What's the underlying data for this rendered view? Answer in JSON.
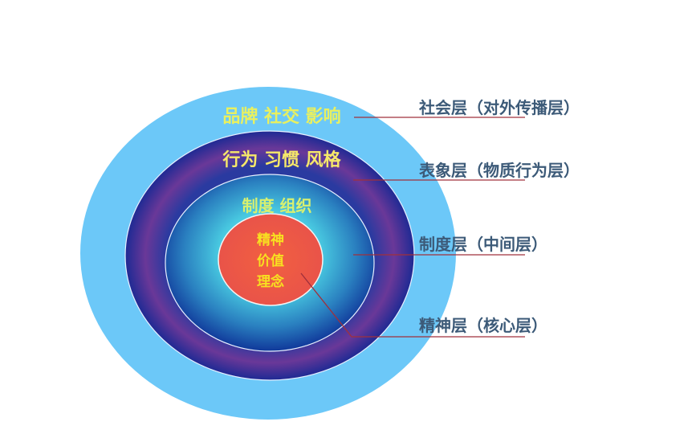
{
  "diagram": {
    "type": "concentric-layers",
    "colors": {
      "outer_ring": "#6cc8f8",
      "behavior_ring_edge": "#1e2a94",
      "behavior_ring_mid": "#6a3898",
      "system_ring_edge": "#123a9a",
      "system_ring_center": "#5ad8e8",
      "core": "#ee5a44",
      "leader_line": "#a0303c",
      "label_text": "#3c5a78"
    },
    "rings": [
      {
        "id": "social",
        "text": "品牌 社交 影响"
      },
      {
        "id": "behavior",
        "text": "行为 习惯 风格"
      },
      {
        "id": "system",
        "text": "制度 组织"
      },
      {
        "id": "core",
        "lines": [
          "精神",
          "价值",
          "理念"
        ]
      }
    ],
    "labels": [
      {
        "text": "社会层（对外传播层）"
      },
      {
        "text": "表象层（物质行为层）"
      },
      {
        "text": "制度层（中间层）"
      },
      {
        "text": "精神层（核心层）"
      }
    ]
  }
}
